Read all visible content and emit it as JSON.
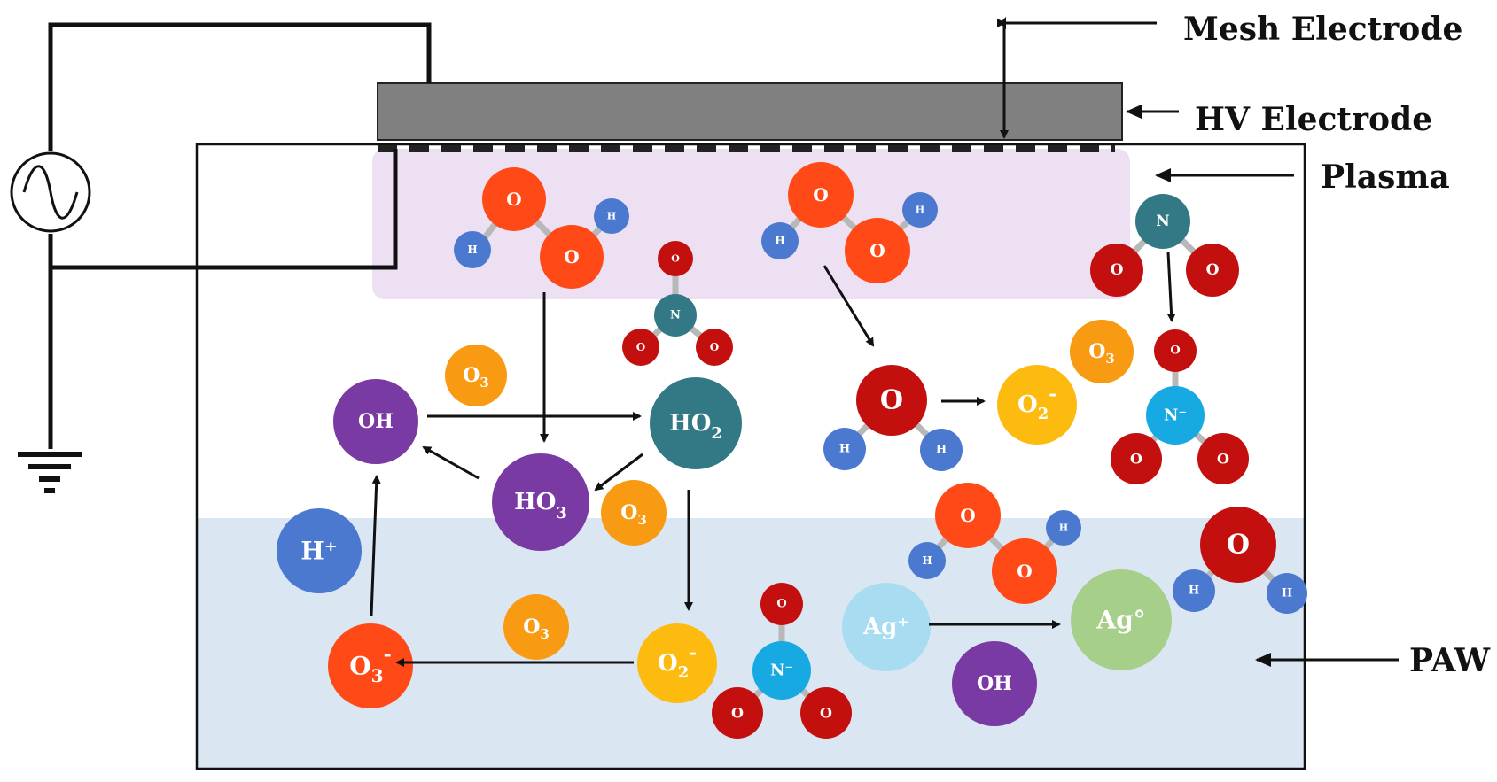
{
  "labels": {
    "mesh_electrode": "Mesh Electrode",
    "hv_electrode": "HV Electrode",
    "plasma": "Plasma",
    "paw": "PAW"
  },
  "species": {
    "o": "O",
    "h": "H",
    "n": "N",
    "n_minus": "N⁻",
    "oh": "OH",
    "ho2_base": "HO",
    "ho3_base": "HO",
    "o3_base": "O",
    "sub3": "3",
    "sub2": "2",
    "o2_minus_base": "O",
    "o2_minus_sup": "-",
    "o3_minus_base": "O",
    "o3_minus_sup": "-",
    "h_plus": "H⁺",
    "ag_plus": "Ag⁺",
    "ag0": "Ag°"
  },
  "colors": {
    "o_orange": "#ff4a17",
    "o_dark": "#c40f0f",
    "h_blue": "#4a79cf",
    "n_teal": "#337985",
    "n_ion": "#16a9e2",
    "oh_purple": "#7a3aa4",
    "ho2_teal": "#337985",
    "o3_orange": "#f89a12",
    "o2m_yellow": "#fdbb10",
    "h_plus": "#4a79cf",
    "ag_plus": "#a8ddf1",
    "ag0": "#a6cf8a",
    "plasma_fill": "#ede0f3",
    "paw_fill": "#dbe6f3",
    "electrode": "#808080"
  }
}
